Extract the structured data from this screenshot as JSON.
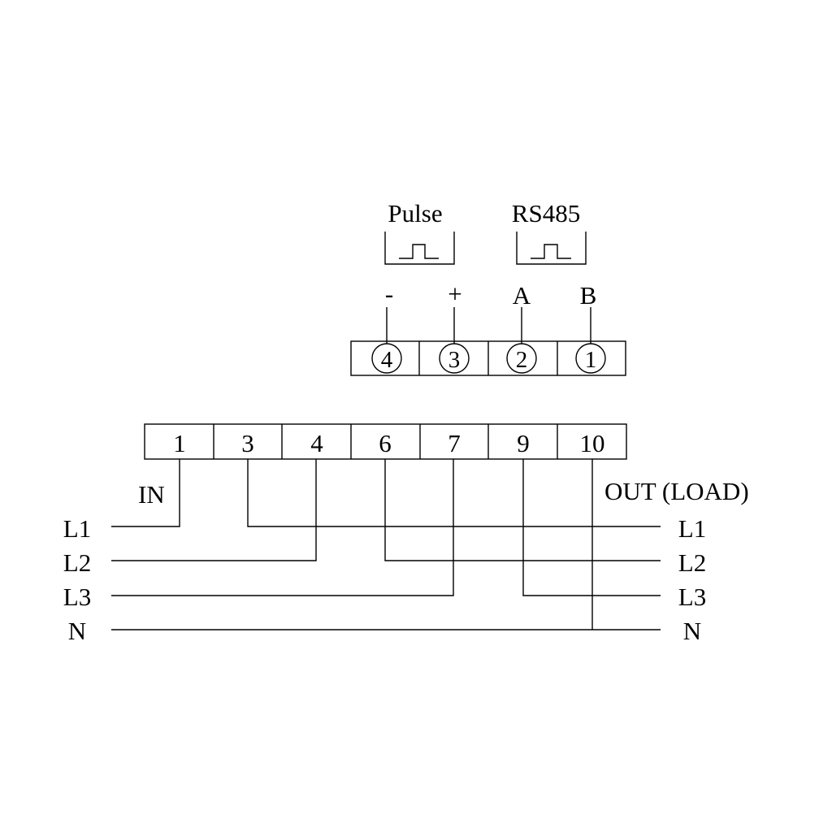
{
  "signal_groups": {
    "pulse_title": "Pulse",
    "rs485_title": "RS485"
  },
  "signal_terminal_polarity": [
    "-",
    "+",
    "A",
    "B"
  ],
  "signal_terminals": [
    "4",
    "3",
    "2",
    "1"
  ],
  "main_terminals": [
    "1",
    "3",
    "4",
    "6",
    "7",
    "9",
    "10"
  ],
  "input_side": {
    "label": "IN",
    "lines": [
      "L1",
      "L2",
      "L3",
      "N"
    ]
  },
  "output_side": {
    "label": "OUT (LOAD)",
    "lines": [
      "L1",
      "L2",
      "L3",
      "N"
    ]
  }
}
